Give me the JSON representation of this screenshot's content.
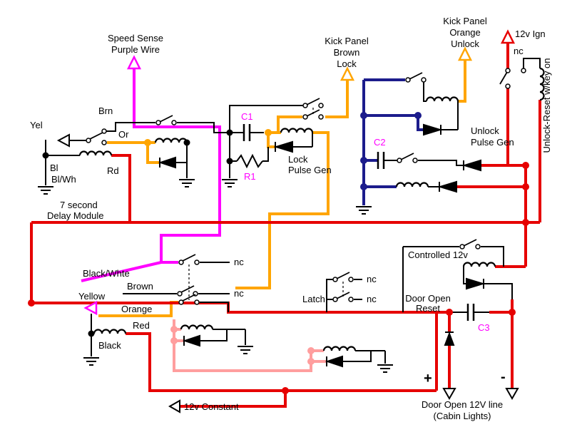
{
  "diagram": {
    "type": "automotive door lock/unlock wiring schematic",
    "colors": {
      "red_wire": "#e60000",
      "purple_wire": "#ff00ff",
      "orange_wire": "#ffa500",
      "navy_wire": "#1c1c8c",
      "pink_wire": "#ff9e9e",
      "black_wire": "#000000",
      "component_label_accent": "#ff00ff"
    }
  },
  "labels": {
    "speed_sense_line1": "Speed Sense",
    "speed_sense_line2": "Purple Wire",
    "kick_lock_line1": "Kick Panel",
    "kick_lock_line2": "Brown",
    "kick_lock_line3": "Lock",
    "kick_unlock_line1": "Kick Panel",
    "kick_unlock_line2": "Orange",
    "kick_unlock_line3": "Unlock",
    "ign_12v": "12v Ign",
    "nc_ign": "nc",
    "unlock_reset": "Unlock-Reset w/key on",
    "yel": "Yel",
    "brn": "Brn",
    "or_wire": "Or",
    "bl": "Bl",
    "rd": "Rd",
    "bl_wh": "Bl/Wh",
    "delay_line1": "7 second",
    "delay_line2": "Delay Module",
    "c1": "C1",
    "r1": "R1",
    "c2": "C2",
    "c3": "C3",
    "lock_pulse_line1": "Lock",
    "lock_pulse_line2": "Pulse Gen",
    "unlock_pulse_line1": "Unlock",
    "unlock_pulse_line2": "Pulse Gen",
    "controlled_12v": "Controlled 12v",
    "black_whte": "Black/Whte",
    "nc_row1": "nc",
    "nc_row2": "nc",
    "brown": "Brown",
    "yellow": "Yellow",
    "orange": "Orange",
    "red": "Red",
    "black": "Black",
    "latch": "Latch",
    "nc_latch1": "nc",
    "nc_latch2": "nc",
    "door_open_reset_line1": "Door Open",
    "door_open_reset_line2": "Reset",
    "constant_12v": "12v Constant",
    "plus": "+",
    "minus": "-",
    "door_line_line1": "Door Open 12V line",
    "door_line_line2": "(Cabin Lights)"
  }
}
